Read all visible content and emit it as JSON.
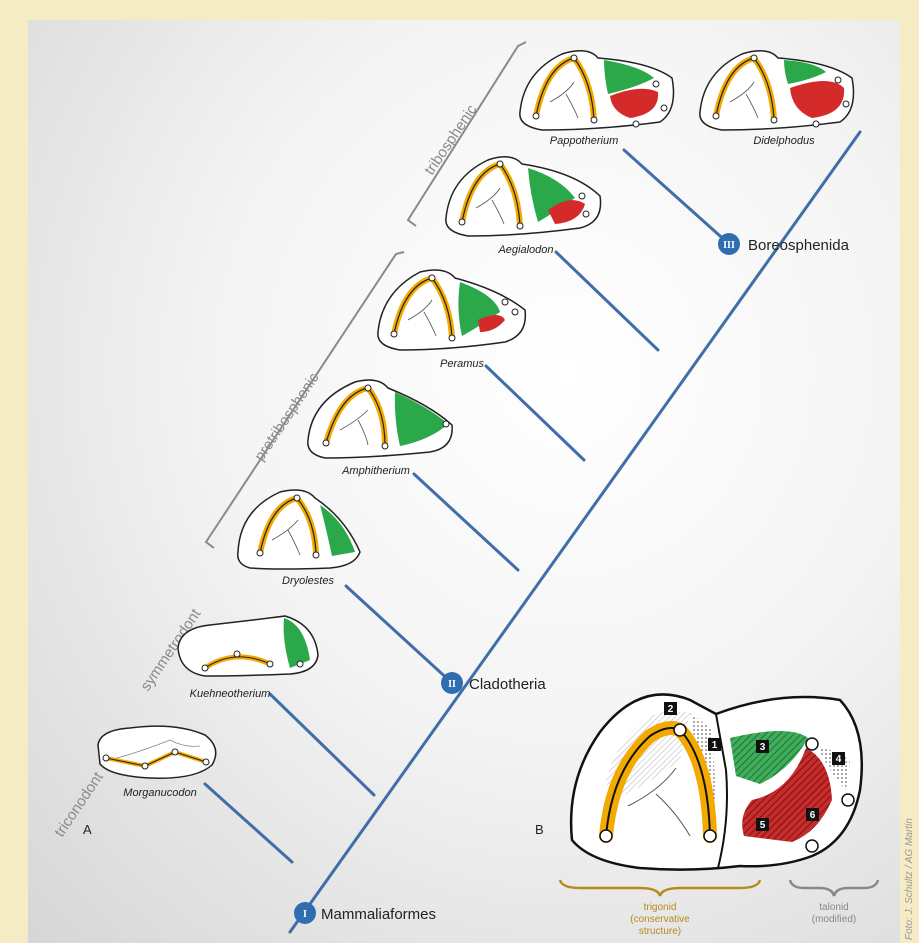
{
  "panel_labels": {
    "a": "A",
    "b": "B"
  },
  "groups": {
    "triconodont": "triconodont",
    "symmetrodont": "symmetrodont",
    "pretribosphenic": "pretribosphenic",
    "tribosphenic": "tribosphenic"
  },
  "nodes": {
    "n1": {
      "numeral": "I",
      "label": "Mammaliaformes"
    },
    "n2": {
      "numeral": "II",
      "label": "Cladotheria"
    },
    "n3": {
      "numeral": "III",
      "label": "Boreosphenida"
    }
  },
  "taxa": {
    "morganucodon": "Morganucodon",
    "kuehneotherium": "Kuehneotherium",
    "dryolestes": "Dryolestes",
    "amphitherium": "Amphitherium",
    "peramus": "Peramus",
    "aegialodon": "Aegialodon",
    "pappotherium": "Pappotherium",
    "didelphodus": "Didelphodus"
  },
  "detail": {
    "numbers": [
      "1",
      "2",
      "3",
      "4",
      "5",
      "6"
    ],
    "trigonid": {
      "line1": "trigonid",
      "line2": "(conservative",
      "line3": "structure)"
    },
    "talonid": {
      "line1": "talonid",
      "line2": "(modified)"
    }
  },
  "credit": "Foto: J. Schultz / AG Martin",
  "colors": {
    "tree": "#3f6ea8",
    "node": "#2f6db0",
    "trigonid": "#f2a900",
    "talonid_green": "#2aa84a",
    "talonid_red": "#d42a2a",
    "frame": "#f5ebc4"
  }
}
